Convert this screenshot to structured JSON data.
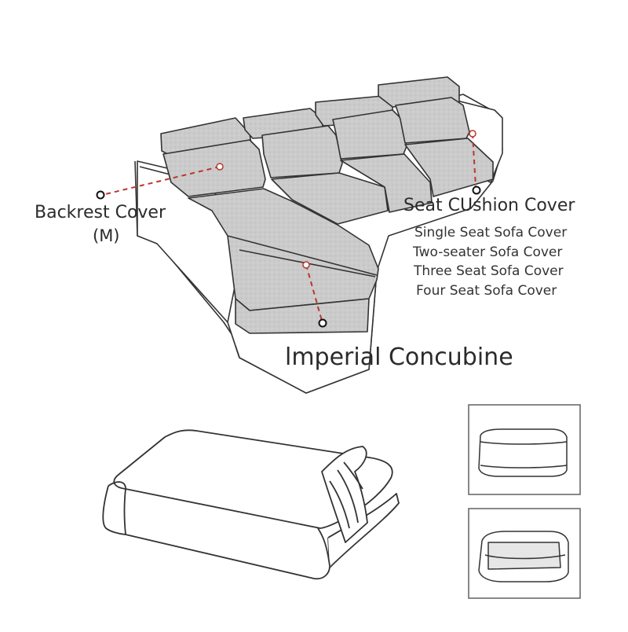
{
  "labels": {
    "backrest_title": "Backrest Cover",
    "backrest_size": "(M)",
    "seat_title": "Seat CUshion Cover",
    "seat_items": [
      "Single Seat Sofa Cover",
      "Two-seater Sofa Cover",
      "Three Seat Sofa Cover",
      "Four Seat Sofa Cover"
    ],
    "imperial": "lmperial Concubine"
  },
  "colors": {
    "cushion_gray": "#c9c9c9",
    "line_dark": "#333333",
    "leader_red": "#b8372f"
  }
}
